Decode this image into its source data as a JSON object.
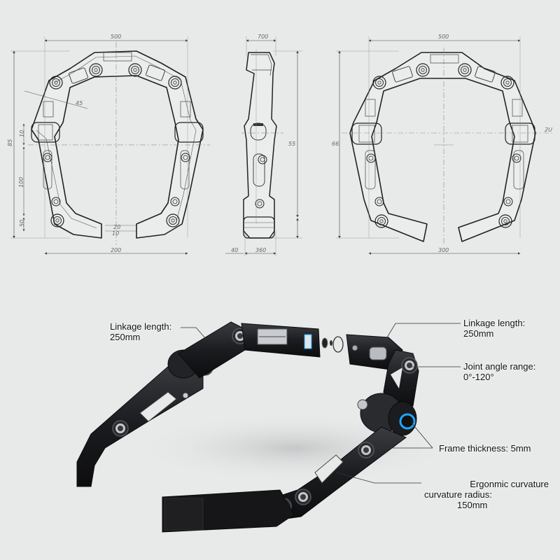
{
  "colors": {
    "background": "#e8e9e9",
    "line": "#2a2a2a",
    "dim_line": "#555555",
    "product_body": "#1c1d20",
    "accent_glow": "#1ea7ff",
    "metal": "#b9bcc0"
  },
  "drawings": {
    "front_view": {
      "dims": {
        "top_width": "500",
        "bottom_width": "200",
        "overall_height": "85",
        "seg_upper": "10",
        "seg_mid": "100",
        "seg_lower": "50",
        "gap_a": "20",
        "gap_b": "10",
        "angle_note": "45"
      }
    },
    "side_view": {
      "dims": {
        "top_width": "700",
        "height": "55",
        "bottom_left": "40",
        "bottom_width": "360"
      }
    },
    "rear_view": {
      "dims": {
        "top_width": "500",
        "bottom_width": "300",
        "overall_height": "66",
        "side_note": "2U"
      }
    }
  },
  "callouts": {
    "linkage_left": {
      "line1": "Linkage length:",
      "line2": "250mm"
    },
    "linkage_right": {
      "line1": "Linkage length:",
      "line2": "250mm"
    },
    "joint_angle": {
      "line1": "Joint angle range:",
      "line2": "0°-120°"
    },
    "frame_thickness": {
      "line1": "Frame thickness: 5mm"
    },
    "curvature": {
      "line1": "Ergonmic curvature",
      "line2": "curvature radius:",
      "line3": "150mm"
    }
  }
}
